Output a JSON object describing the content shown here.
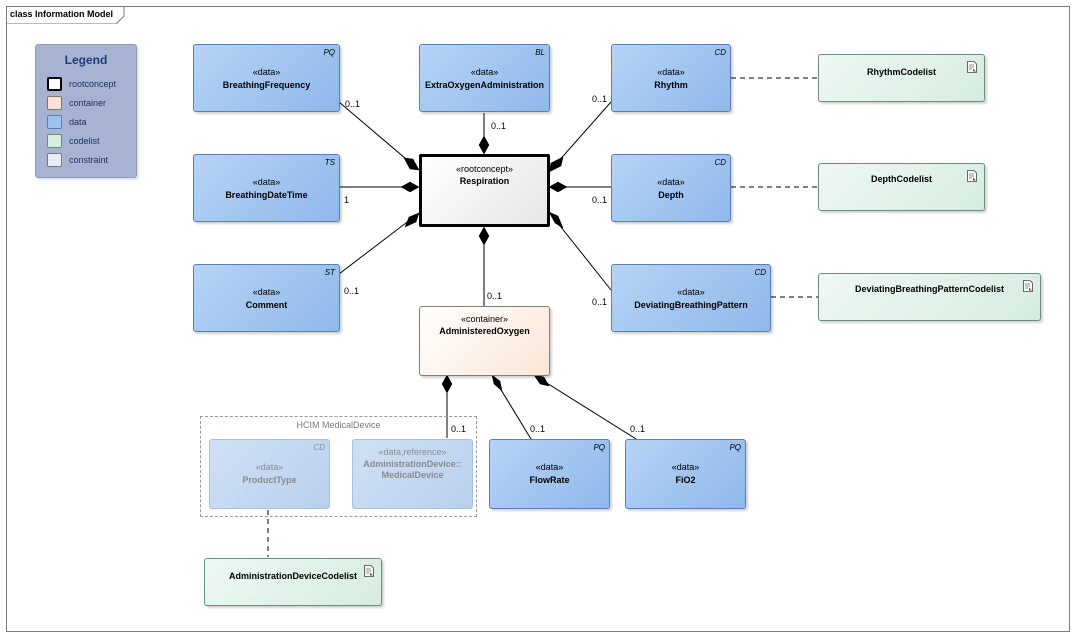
{
  "frame": {
    "title": "class Information Model"
  },
  "legend": {
    "title": "Legend",
    "items": [
      {
        "label": "rootconcept",
        "color": "#ffffff",
        "border": "#000000"
      },
      {
        "label": "container",
        "color": "#fbe3d3",
        "border": "#8a8a8a"
      },
      {
        "label": "data",
        "color": "#9ec3ee",
        "border": "#5a7fb0"
      },
      {
        "label": "codelist",
        "color": "#d8eee2",
        "border": "#6c8f7c"
      },
      {
        "label": "constraint",
        "color": "#e9ebf7",
        "border": "#8a8a8a"
      }
    ]
  },
  "nodes": {
    "breathing_frequency": {
      "stereotype": "«data»",
      "name": "BreathingFrequency",
      "type": "PQ"
    },
    "extra_oxygen": {
      "stereotype": "«data»",
      "name": "ExtraOxygenAdministration",
      "type": "BL"
    },
    "rhythm": {
      "stereotype": "«data»",
      "name": "Rhythm",
      "type": "CD"
    },
    "breathing_datetime": {
      "stereotype": "«data»",
      "name": "BreathingDateTime",
      "type": "TS"
    },
    "respiration": {
      "stereotype": "«rootconcept»",
      "name": "Respiration"
    },
    "depth": {
      "stereotype": "«data»",
      "name": "Depth",
      "type": "CD"
    },
    "comment": {
      "stereotype": "«data»",
      "name": "Comment",
      "type": "ST"
    },
    "administered_oxygen": {
      "stereotype": "«container»",
      "name": "AdministeredOxygen"
    },
    "deviating_pattern": {
      "stereotype": "«data»",
      "name": "DeviatingBreathingPattern",
      "type": "CD"
    },
    "product_type": {
      "stereotype": "«data»",
      "name": "ProductType",
      "type": "CD"
    },
    "medical_device": {
      "stereotype": "«data,reference»",
      "name_line1": "AdministrationDevice::",
      "name_line2": "MedicalDevice"
    },
    "flow_rate": {
      "stereotype": "«data»",
      "name": "FlowRate",
      "type": "PQ"
    },
    "fio2": {
      "stereotype": "«data»",
      "name": "FiO2",
      "type": "PQ"
    }
  },
  "codelists": {
    "rhythm": "RhythmCodelist",
    "depth": "DepthCodelist",
    "deviating": "DeviatingBreathingPatternCodelist",
    "device": "AdministrationDeviceCodelist"
  },
  "group": {
    "title": "HCIM MedicalDevice"
  },
  "multiplicities": {
    "breathing_frequency": "0..1",
    "extra_oxygen": "0..1",
    "rhythm": "0..1",
    "breathing_datetime": "1",
    "depth": "0..1",
    "comment": "0..1",
    "administered_oxygen": "0..1",
    "deviating_pattern": "0..1",
    "medical_device": "0..1",
    "flow_rate": "0..1",
    "fio2": "0..1"
  }
}
